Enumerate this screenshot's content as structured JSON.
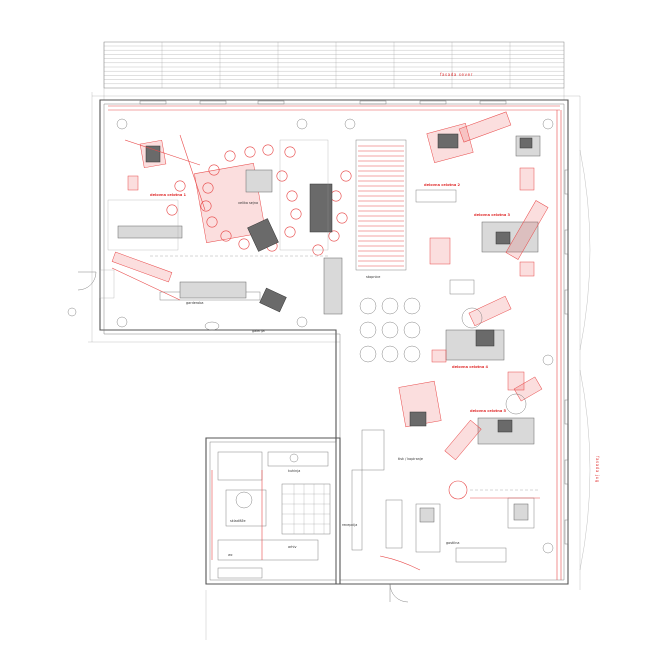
{
  "labels": {
    "facade_north": "fasada sever",
    "facade_south": "fasada jug",
    "zone1": "delovna celotna 1",
    "zone2": "delovna celotna 2",
    "zone3": "delovna celotna 3",
    "zone4": "delovna celotna 4",
    "zone5": "delovna celotna 5",
    "garderoba": "garderoba",
    "galerija": "galerija",
    "kuhinja": "kuhinja",
    "sejna": "velika sejna",
    "skladisce": "skladišče",
    "gostilna": "gostilna",
    "recepcija": "recepcija",
    "arhiv": "arhiv",
    "wc": "wc",
    "stopnice": "stopnice",
    "tisk": "tisk / kopiranje"
  }
}
